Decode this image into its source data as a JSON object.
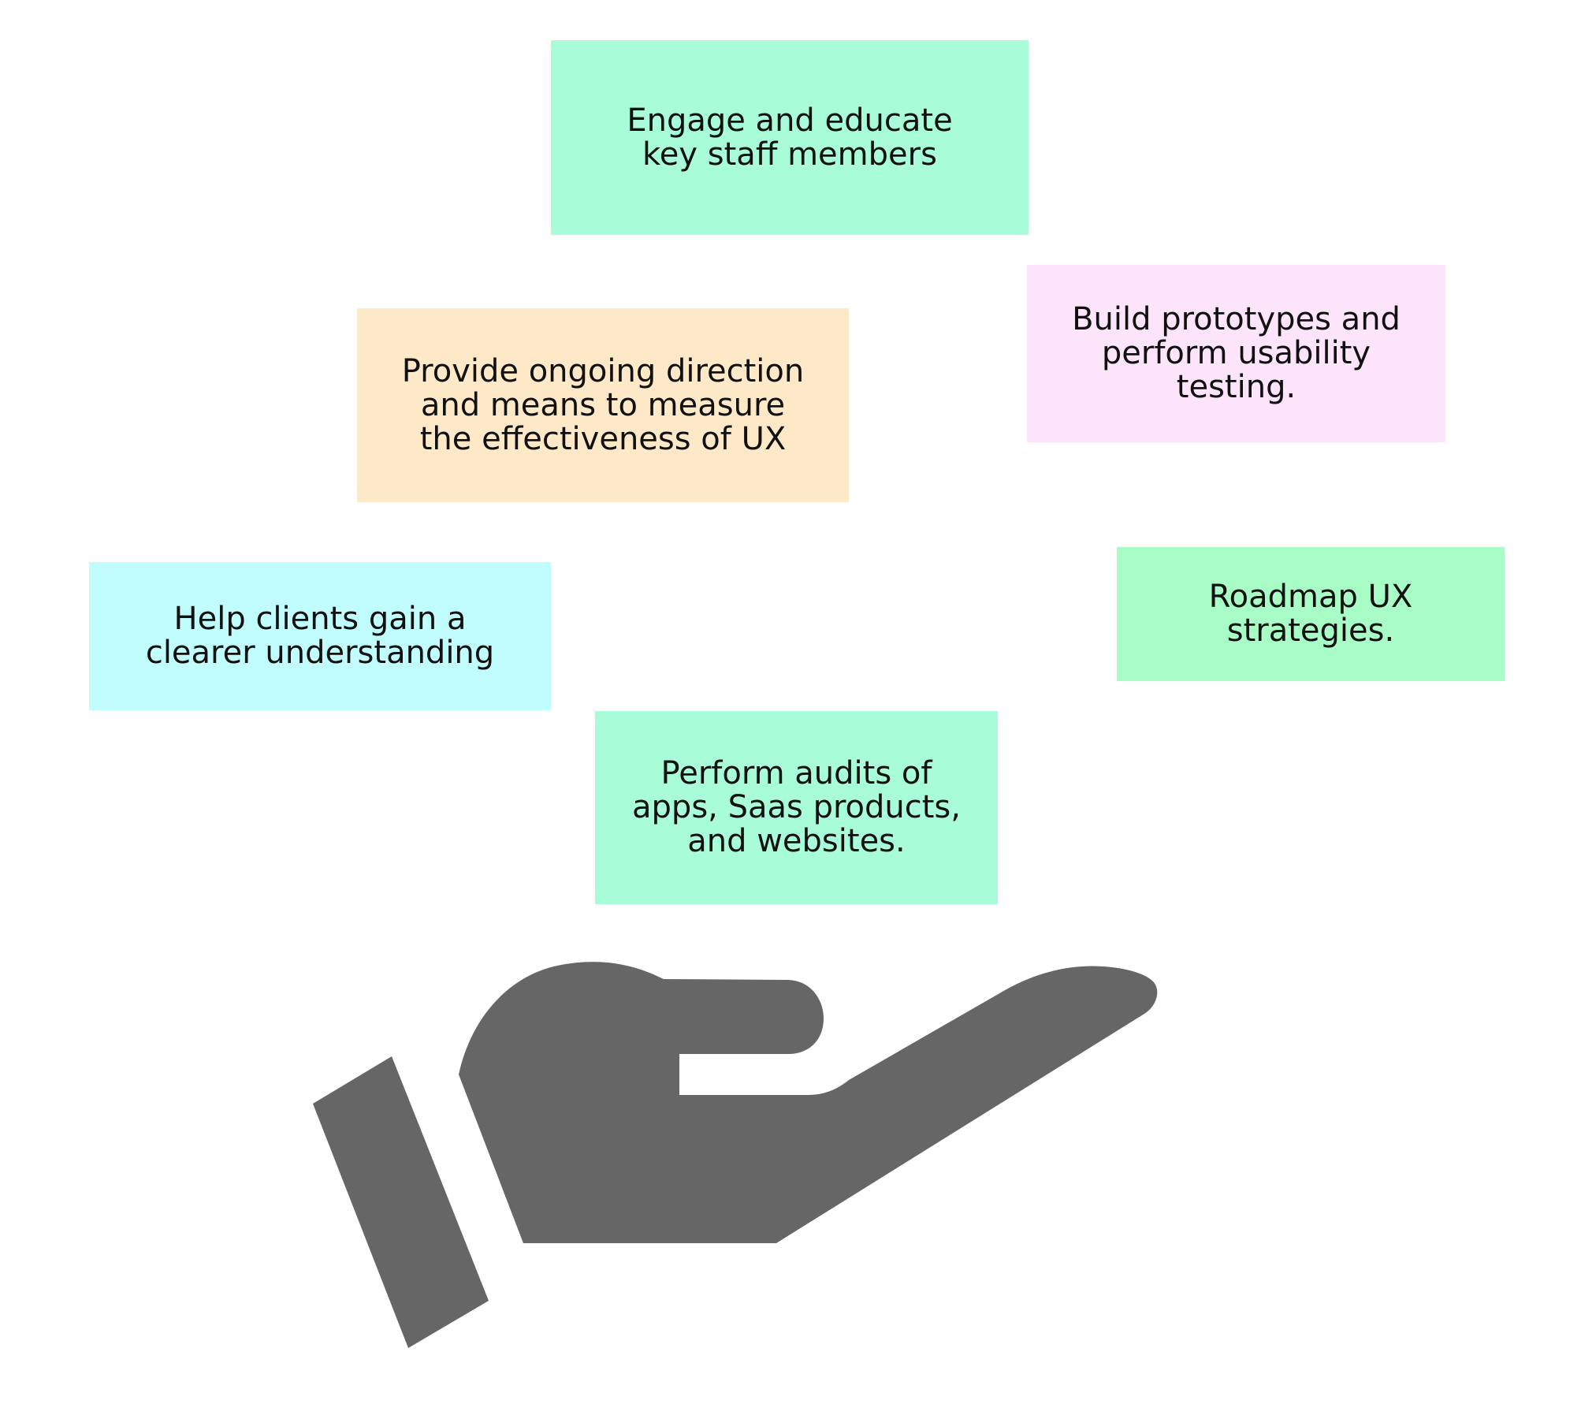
{
  "colors": {
    "background": "#ffffff",
    "hand": "#666666",
    "mint": "#a8fcd7",
    "peach": "#fde9c8",
    "pink": "#fce4fb",
    "cyan": "#c0fdfc",
    "green": "#a8fcc6",
    "text": "#111111"
  },
  "icon": "open-hand-icon",
  "notes": [
    {
      "id": "engage",
      "text": "Engage and educate\nkey staff members",
      "color": "#a8fcd7"
    },
    {
      "id": "provide",
      "text": "Provide ongoing direction\nand means to measure\nthe effectiveness of UX",
      "color": "#fde9c8"
    },
    {
      "id": "build",
      "text": "Build prototypes and\nperform usability\ntesting.",
      "color": "#fce4fb"
    },
    {
      "id": "help",
      "text": "Help clients gain a\nclearer understanding",
      "color": "#c0fdfc"
    },
    {
      "id": "roadmap",
      "text": "Roadmap UX\nstrategies.",
      "color": "#a8fcc6"
    },
    {
      "id": "audits",
      "text": "Perform audits of\napps, Saas products,\nand websites.",
      "color": "#a8fcd7"
    }
  ]
}
